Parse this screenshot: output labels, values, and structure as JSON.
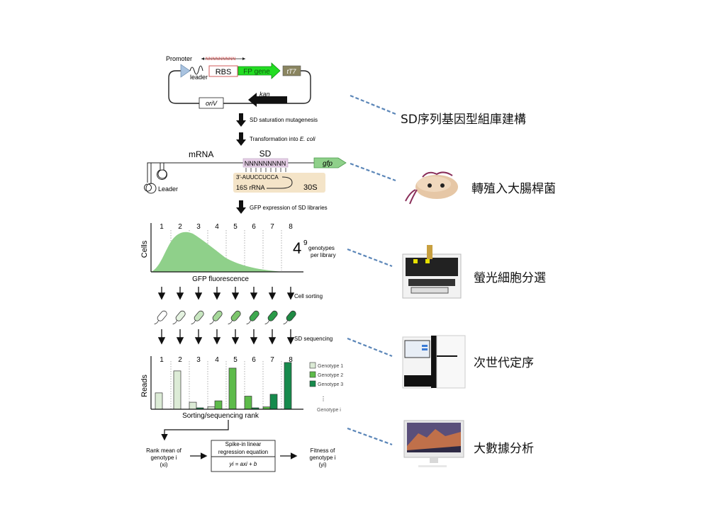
{
  "plasmid": {
    "promoter": "Promoter",
    "randomized_region": "NNNNNNNNN",
    "leader": "leader",
    "rbs": "RBS",
    "fp_gene": "FP gene",
    "terminator": "tT7",
    "kan": "kan",
    "oriv": "oriV"
  },
  "steps": {
    "mutagenesis": "SD saturation mutagenesis",
    "transformation_prefix": "Transformation into ",
    "transformation_organism": "E. coli",
    "gfp_expression": "GFP expression of SD libraries",
    "cell_sorting": "Cell sorting",
    "sd_sequencing": "SD sequencing"
  },
  "mrna": {
    "mrna_label": "mRNA",
    "sd_label": "SD",
    "sd_sequence": "NNNNNNNNN",
    "gfp": "gfp",
    "anti_sd": "3'-AUUCCUCCA",
    "rrna": "16S rRNA",
    "subunit": "30S",
    "leader": "Leader"
  },
  "fluorescence_plot": {
    "ylabel": "Cells",
    "xlabel": "GFP fluorescence",
    "bins": [
      "1",
      "2",
      "3",
      "4",
      "5",
      "6",
      "7",
      "8"
    ],
    "base": "4",
    "exponent": "9",
    "genotypes_line1": "genotypes",
    "genotypes_line2": "per library"
  },
  "chart_data": {
    "type": "bar",
    "title": "",
    "xlabel": "Sorting/sequencing rank",
    "ylabel": "Reads",
    "categories": [
      "1",
      "2",
      "3",
      "4",
      "5",
      "6",
      "7",
      "8"
    ],
    "series": [
      {
        "name": "Genotype 1",
        "color": "#dcebd6",
        "values": [
          0.35,
          0.82,
          0.15,
          0.05,
          0,
          0,
          0,
          0
        ]
      },
      {
        "name": "Genotype 2",
        "color": "#5dbb4a",
        "values": [
          0,
          0,
          0,
          0.18,
          0.88,
          0.28,
          0.05,
          0
        ]
      },
      {
        "name": "Genotype 3",
        "color": "#168a4c",
        "values": [
          0,
          0,
          0.03,
          0,
          0,
          0.03,
          0.32,
          1.0
        ]
      }
    ],
    "legend_extra": "Genotype i",
    "ylim": [
      0,
      1
    ],
    "legend": "right"
  },
  "regression": {
    "input_line1": "Rank mean of",
    "input_line2": "genotype i",
    "input_line3": "(xi)",
    "box_title_line1": "Spike-in linear",
    "box_title_line2": "regression equation",
    "equation": "yi = axi + b",
    "output_line1": "Fitness of",
    "output_line2": "genotype i",
    "output_line3": "(yi)"
  },
  "annotations": [
    {
      "label": "SD序列基因型組庫建構",
      "image": "none"
    },
    {
      "label": "轉殖入大腸桿菌",
      "image": "e-coli-plush"
    },
    {
      "label": "螢光細胞分選",
      "image": "cell-sorter"
    },
    {
      "label": "次世代定序",
      "image": "sequencer"
    },
    {
      "label": "大數據分析",
      "image": "desktop-computer"
    }
  ],
  "colors": {
    "gfp_green": "#8fd08a",
    "fp_gene_green": "#22dd22",
    "dashed_link": "#5b86b8",
    "rrna_box": "#f4e4c8",
    "sd_box": "#e6cfe6",
    "terminator": "#8a8560"
  }
}
